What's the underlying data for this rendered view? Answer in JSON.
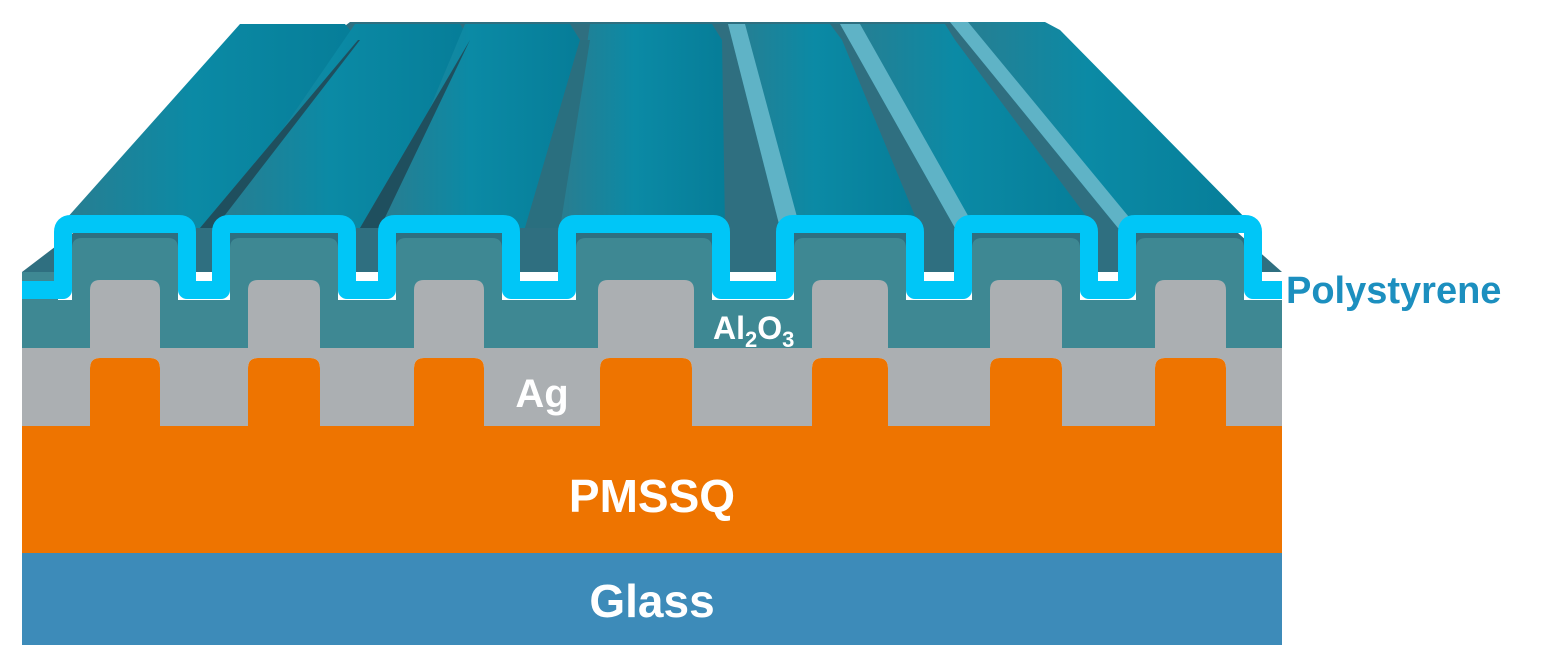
{
  "diagram": {
    "layers": {
      "glass": {
        "label": "Glass",
        "color": "#3d8bb9"
      },
      "pmssq": {
        "label": "PMSSQ",
        "color": "#ee7400"
      },
      "ag": {
        "label": "Ag",
        "color": "#abafb2"
      },
      "al2o3": {
        "label_main": "Al",
        "label_sub1": "2",
        "label_mid": "O",
        "label_sub2": "3",
        "color": "#3e8893"
      },
      "polystyrene": {
        "label": "Polystyrene",
        "color": "#00c6f7",
        "label_color": "#1c8fbf"
      }
    },
    "grating": {
      "ridge_color_top": "#0b8aa5",
      "ridge_color_side": "#2a6f7f"
    }
  }
}
